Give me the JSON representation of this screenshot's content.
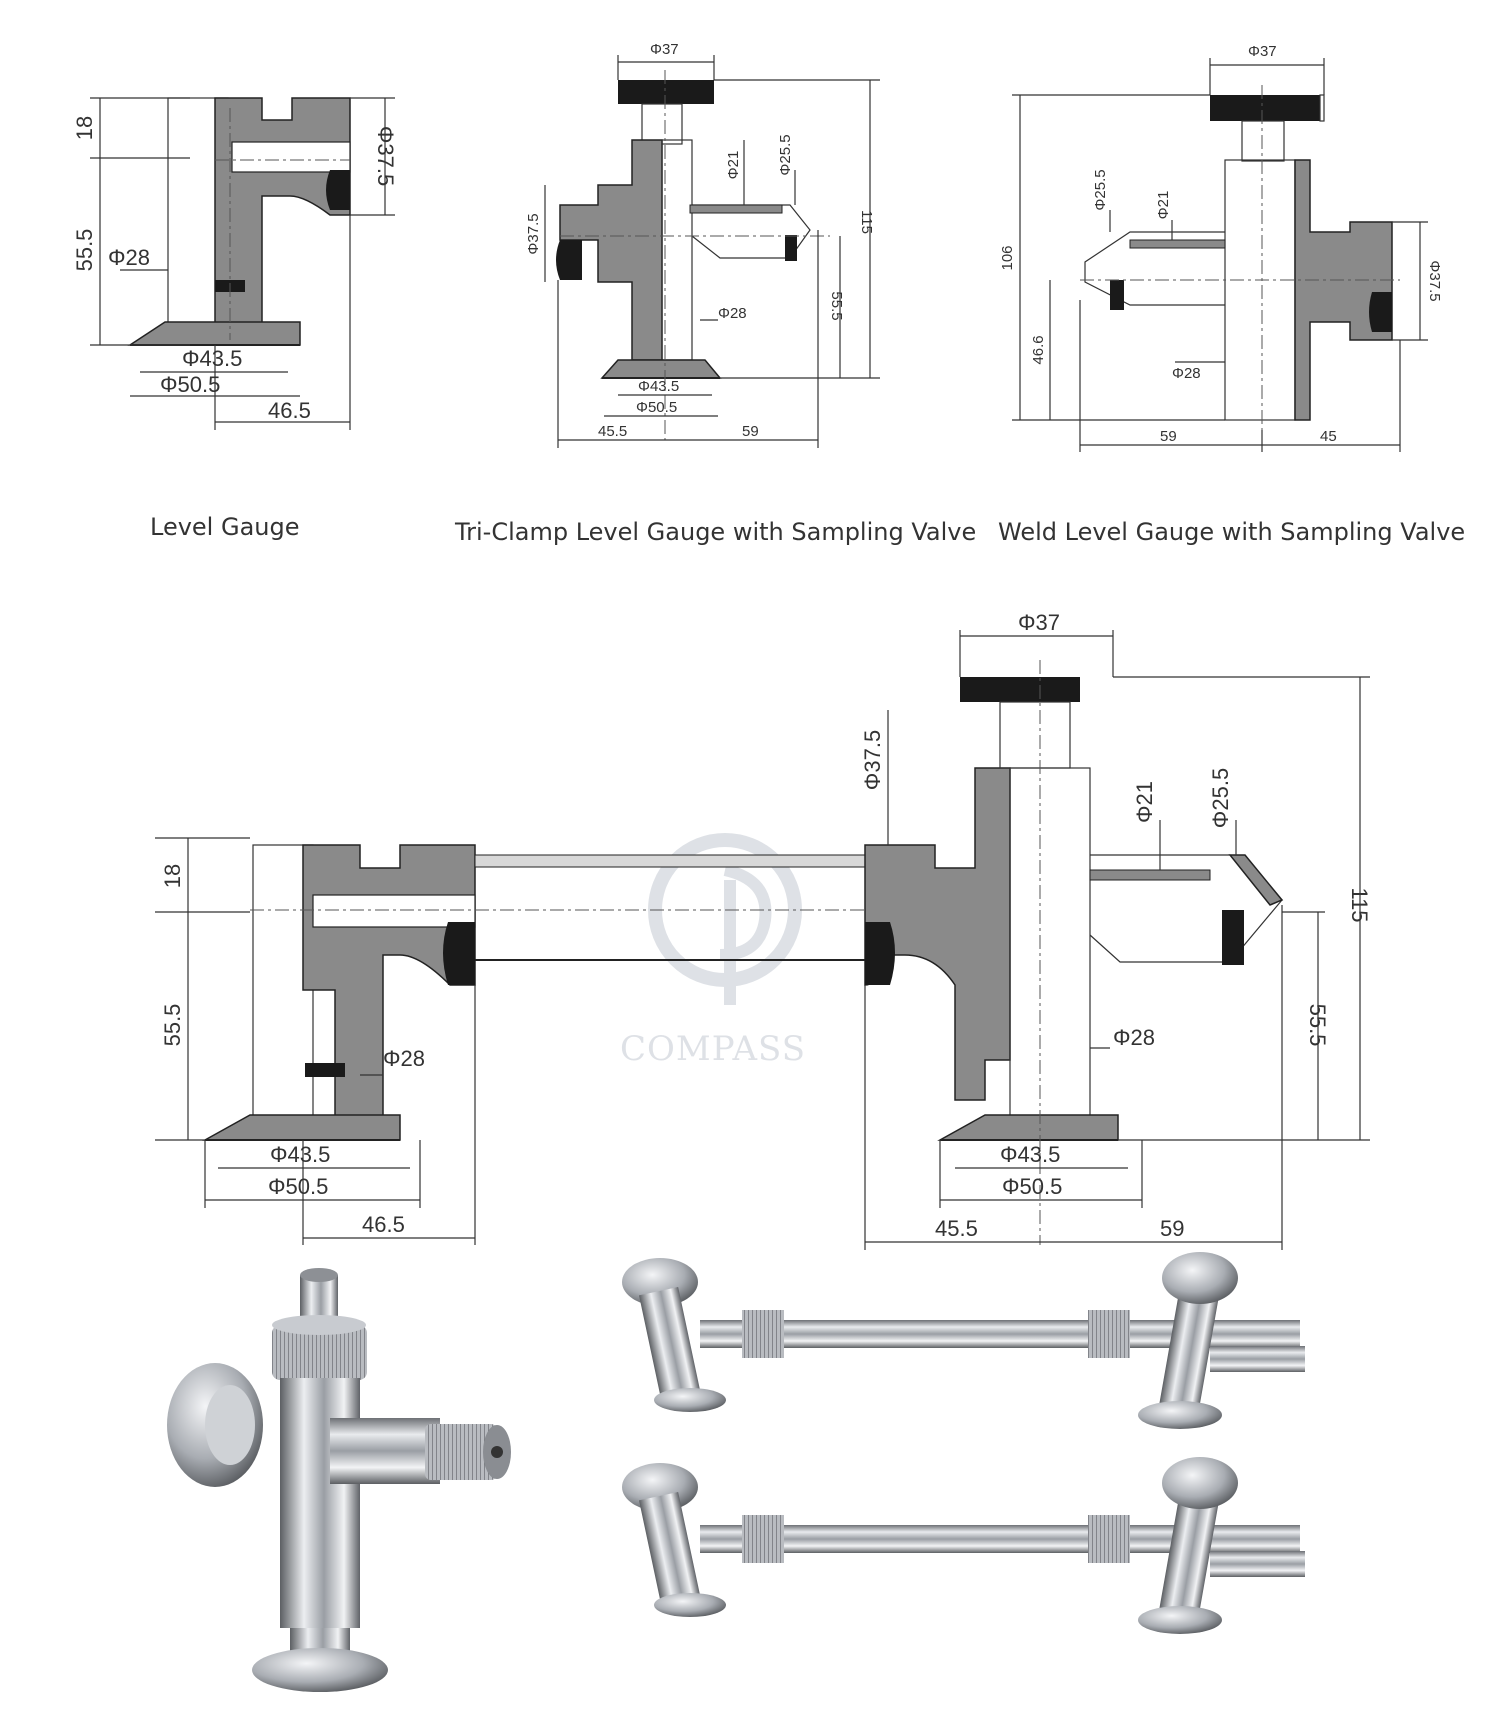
{
  "captions": {
    "level_gauge": "Level Gauge",
    "tri_clamp": "Tri-Clamp Level Gauge with Sampling Valve",
    "weld": "Weld Level Gauge with Sampling Valve"
  },
  "watermark": "COMPASS",
  "dims": {
    "lg": {
      "h18": "18",
      "h555": "55.5",
      "d28": "Φ28",
      "d375": "Φ37.5",
      "d435": "Φ43.5",
      "d505": "Φ50.5",
      "w465": "46.5"
    },
    "tc": {
      "d37": "Φ37",
      "d21": "Φ21",
      "d255": "Φ25.5",
      "d375": "Φ37.5",
      "d28": "Φ28",
      "h115": "115",
      "h555": "55.5",
      "d435": "Φ43.5",
      "d505": "Φ50.5",
      "w455": "45.5",
      "w59": "59"
    },
    "wl": {
      "d37": "Φ37",
      "d255": "Φ25.5",
      "d21": "Φ21",
      "h106": "106",
      "h466": "46.6",
      "d28": "Φ28",
      "d375": "Φ37.5",
      "w59": "59",
      "w45": "45"
    },
    "big": {
      "d37": "Φ37",
      "d375": "Φ37.5",
      "d21": "Φ21",
      "d255": "Φ25.5",
      "h18": "18",
      "h555L": "55.5",
      "d28L": "Φ28",
      "d28R": "Φ28",
      "h115": "115",
      "h555R": "55.5",
      "d435L": "Φ43.5",
      "d505L": "Φ50.5",
      "w465": "46.5",
      "d435R": "Φ43.5",
      "d505R": "Φ50.5",
      "w455": "45.5",
      "w59": "59"
    }
  }
}
